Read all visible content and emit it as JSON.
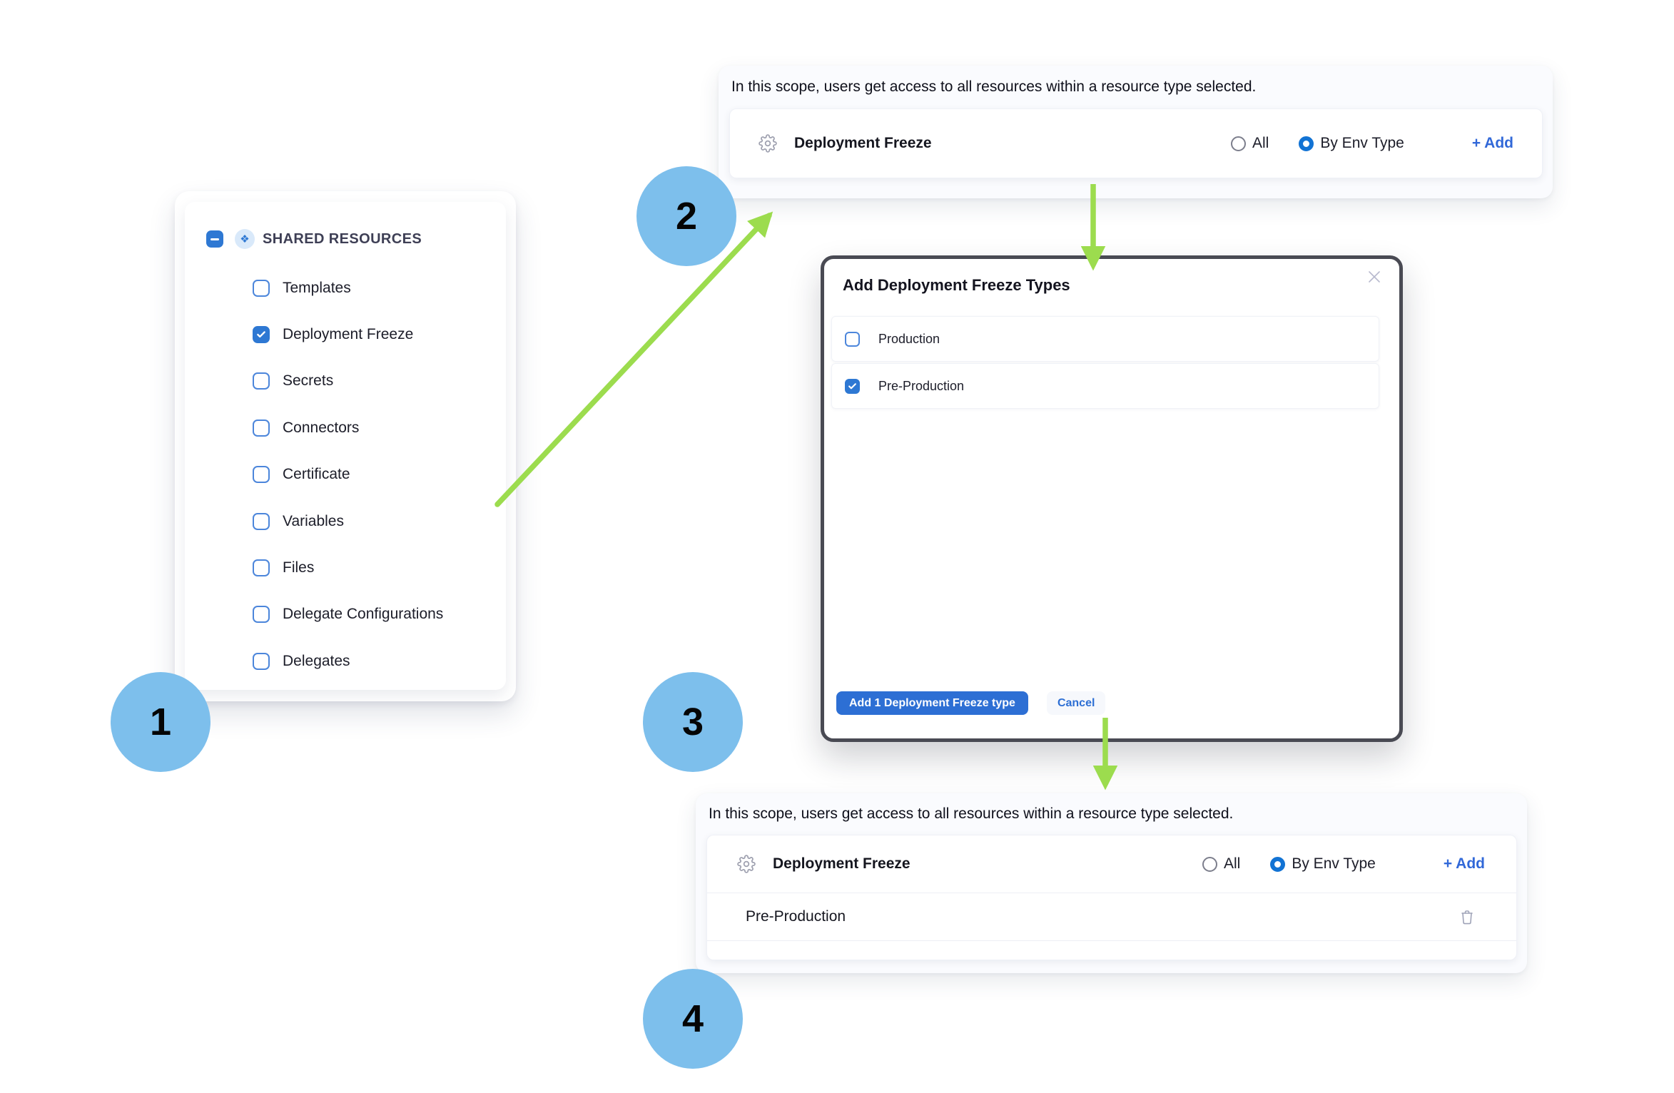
{
  "steps": [
    "1",
    "2",
    "3",
    "4"
  ],
  "colors": {
    "accent_blue": "#2d6fd4",
    "checkbox_blue": "#2e78d3",
    "radio_selected_blue": "#1273d4",
    "badge_blue": "#7dbfec",
    "arrow_green": "#9cdc4e",
    "modal_border": "#494a53"
  },
  "resource_panel": {
    "title": "SHARED RESOURCES",
    "items": [
      {
        "label": "Templates",
        "checked": false
      },
      {
        "label": "Deployment Freeze",
        "checked": true
      },
      {
        "label": "Secrets",
        "checked": false
      },
      {
        "label": "Connectors",
        "checked": false
      },
      {
        "label": "Certificate",
        "checked": false
      },
      {
        "label": "Variables",
        "checked": false
      },
      {
        "label": "Files",
        "checked": false
      },
      {
        "label": "Delegate Configurations",
        "checked": false
      },
      {
        "label": "Delegates",
        "checked": false
      }
    ]
  },
  "top_panel": {
    "note": "In this scope, users get access to all resources within a resource type selected.",
    "row": {
      "label": "Deployment Freeze",
      "radio_all": "All",
      "radio_by_env": "By Env Type",
      "selected": "By Env Type",
      "add_label": "+ Add"
    }
  },
  "modal": {
    "title": "Add Deployment Freeze Types",
    "options": [
      {
        "label": "Production",
        "checked": false
      },
      {
        "label": "Pre-Production",
        "checked": true
      }
    ],
    "submit_label": "Add 1 Deployment Freeze type",
    "cancel_label": "Cancel"
  },
  "bottom_panel": {
    "note": "In this scope, users get access to all resources within a resource type selected.",
    "row": {
      "label": "Deployment Freeze",
      "radio_all": "All",
      "radio_by_env": "By Env Type",
      "selected": "By Env Type",
      "add_label": "+ Add"
    },
    "items": [
      {
        "label": "Pre-Production"
      }
    ]
  }
}
